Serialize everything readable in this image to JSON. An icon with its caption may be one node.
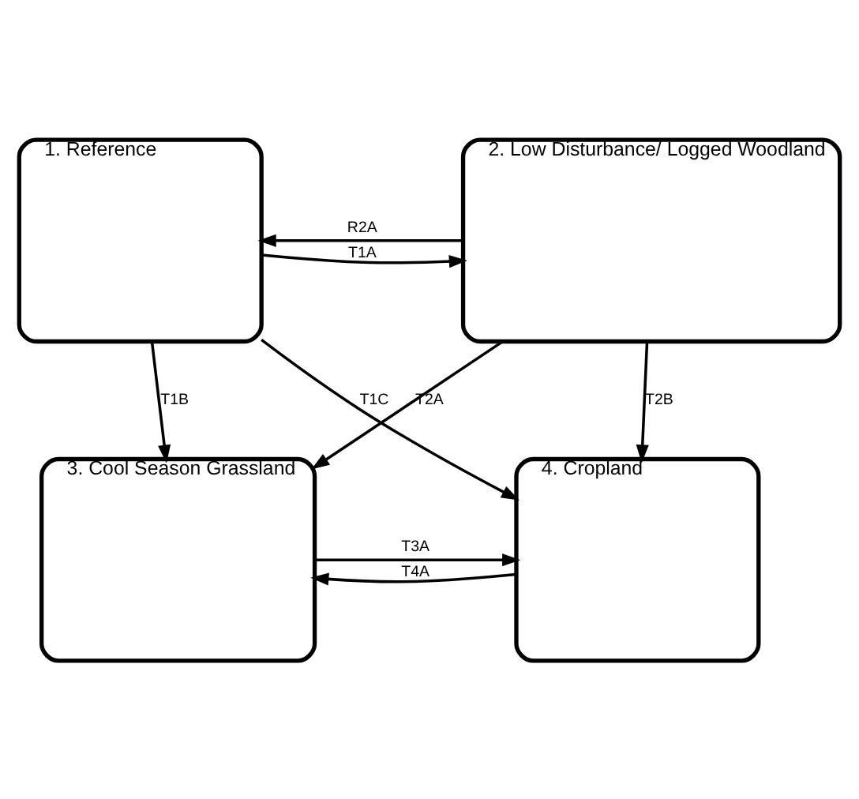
{
  "diagram": {
    "nodes": [
      {
        "text": [
          "1. Reference"
        ]
      },
      {
        "text": [
          "2. Low Disturbance/ Logged Woodland"
        ]
      },
      {
        "text": [
          "3. Cool Season Grassland"
        ]
      },
      {
        "text": [
          "4. Cropland"
        ]
      }
    ],
    "edges": [
      {
        "from": 0,
        "to": 1,
        "arrow": "to",
        "label": "T1A"
      },
      {
        "from": 1,
        "to": 0,
        "arrow": "to",
        "label": "R2A"
      },
      {
        "from": 0,
        "to": 2,
        "arrow": "to",
        "label": "T1B"
      },
      {
        "from": 1,
        "to": 2,
        "arrow": "to",
        "label": "T2A"
      },
      {
        "from": 0,
        "to": 3,
        "arrow": "to",
        "label": "T1C"
      },
      {
        "from": 1,
        "to": 3,
        "arrow": "to",
        "label": "T2B"
      },
      {
        "from": 2,
        "to": 3,
        "arrow": "to",
        "label": "T3A"
      },
      {
        "from": 3,
        "to": 2,
        "arrow": "to",
        "label": "T4A"
      }
    ]
  }
}
